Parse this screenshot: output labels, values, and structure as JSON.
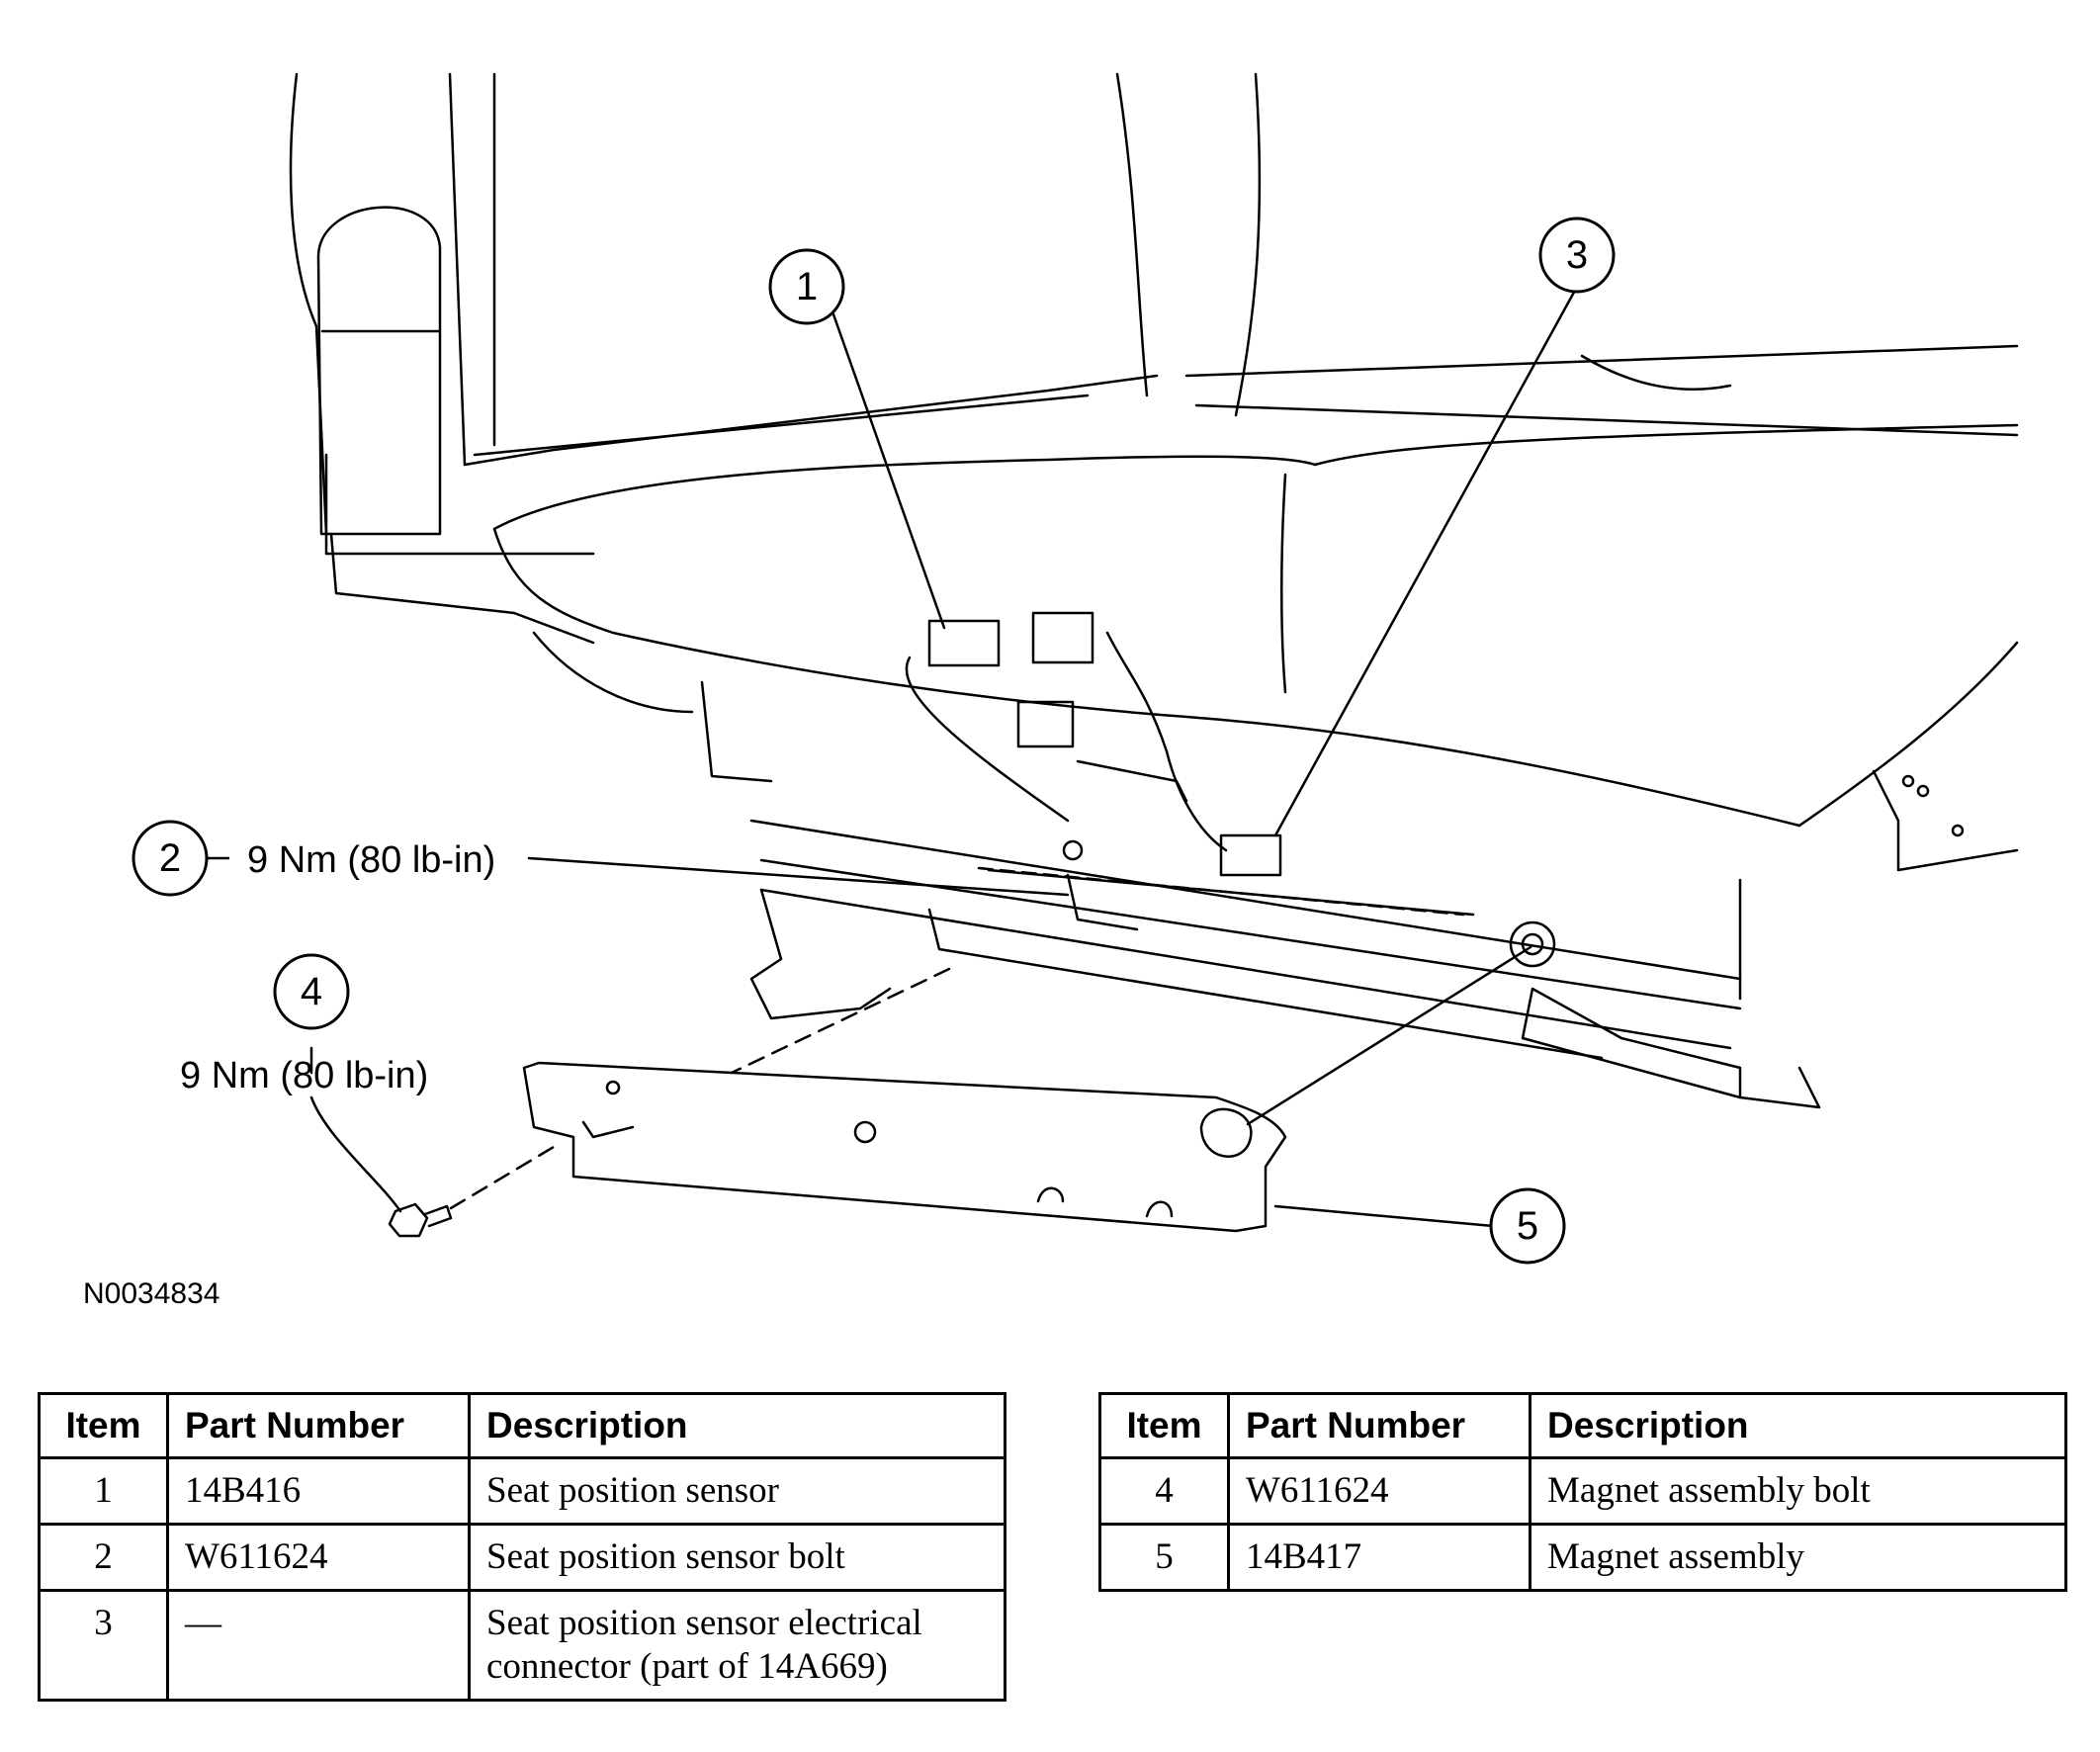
{
  "figure_id": "N0034834",
  "callouts": [
    {
      "number": "1"
    },
    {
      "number": "2",
      "torque": "9 Nm (80 lb-in)"
    },
    {
      "number": "3"
    },
    {
      "number": "4",
      "torque": "9 Nm (80 lb-in)"
    },
    {
      "number": "5"
    }
  ],
  "table_headers": {
    "item": "Item",
    "part_number": "Part Number",
    "description": "Description"
  },
  "table_left": [
    {
      "item": "1",
      "part_number": "14B416",
      "description": "Seat position sensor"
    },
    {
      "item": "2",
      "part_number": "W611624",
      "description": "Seat position sensor bolt"
    },
    {
      "item": "3",
      "part_number": "—",
      "description": "Seat position sensor electrical connector (part of 14A669)"
    }
  ],
  "table_right": [
    {
      "item": "4",
      "part_number": "W611624",
      "description": "Magnet assembly bolt"
    },
    {
      "item": "5",
      "part_number": "14B417",
      "description": "Magnet assembly"
    }
  ]
}
